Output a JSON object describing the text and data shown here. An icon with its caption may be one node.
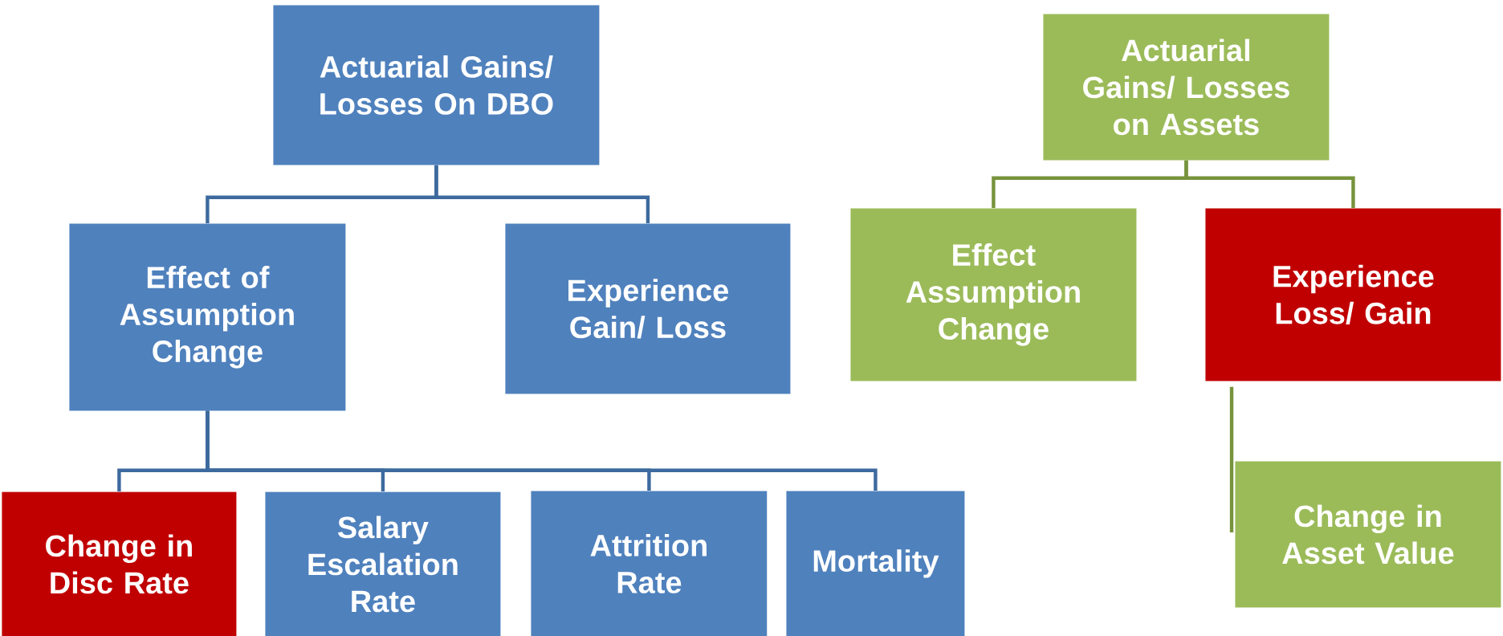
{
  "diagram": {
    "nodes": [
      {
        "text": [
          "Actuarial Gains/ Losses On DBO"
        ]
      },
      {
        "text": [
          "Effect of Assumption Change"
        ]
      },
      {
        "text": [
          "Experience Gain/ Loss"
        ]
      },
      {
        "text": [
          "Change in Disc Rate"
        ]
      },
      {
        "text": [
          "Salary Escalation Rate"
        ]
      },
      {
        "text": [
          "Attrition Rate"
        ]
      },
      {
        "text": [
          "Mortality"
        ]
      },
      {
        "text": [
          "Actuarial Gains/ Losses on Assets"
        ]
      },
      {
        "text": [
          "Effect Assumption Change"
        ]
      },
      {
        "text": [
          "Experience Loss/ Gain"
        ]
      },
      {
        "text": [
          "Change in Asset Value"
        ]
      }
    ],
    "edges": [
      {
        "from": 0,
        "to": 1,
        "arrow": "none"
      },
      {
        "from": 0,
        "to": 2,
        "arrow": "none"
      },
      {
        "from": 1,
        "to": 3,
        "arrow": "none"
      },
      {
        "from": 1,
        "to": 4,
        "arrow": "none"
      },
      {
        "from": 1,
        "to": 5,
        "arrow": "none"
      },
      {
        "from": 1,
        "to": 6,
        "arrow": "none"
      },
      {
        "from": 7,
        "to": 8,
        "arrow": "none",
        "color": "#77933c"
      },
      {
        "from": 7,
        "to": 9,
        "arrow": "none",
        "color": "#77933c"
      },
      {
        "from": 9,
        "to": 10,
        "arrow": "none",
        "color": "#77933c"
      }
    ]
  }
}
